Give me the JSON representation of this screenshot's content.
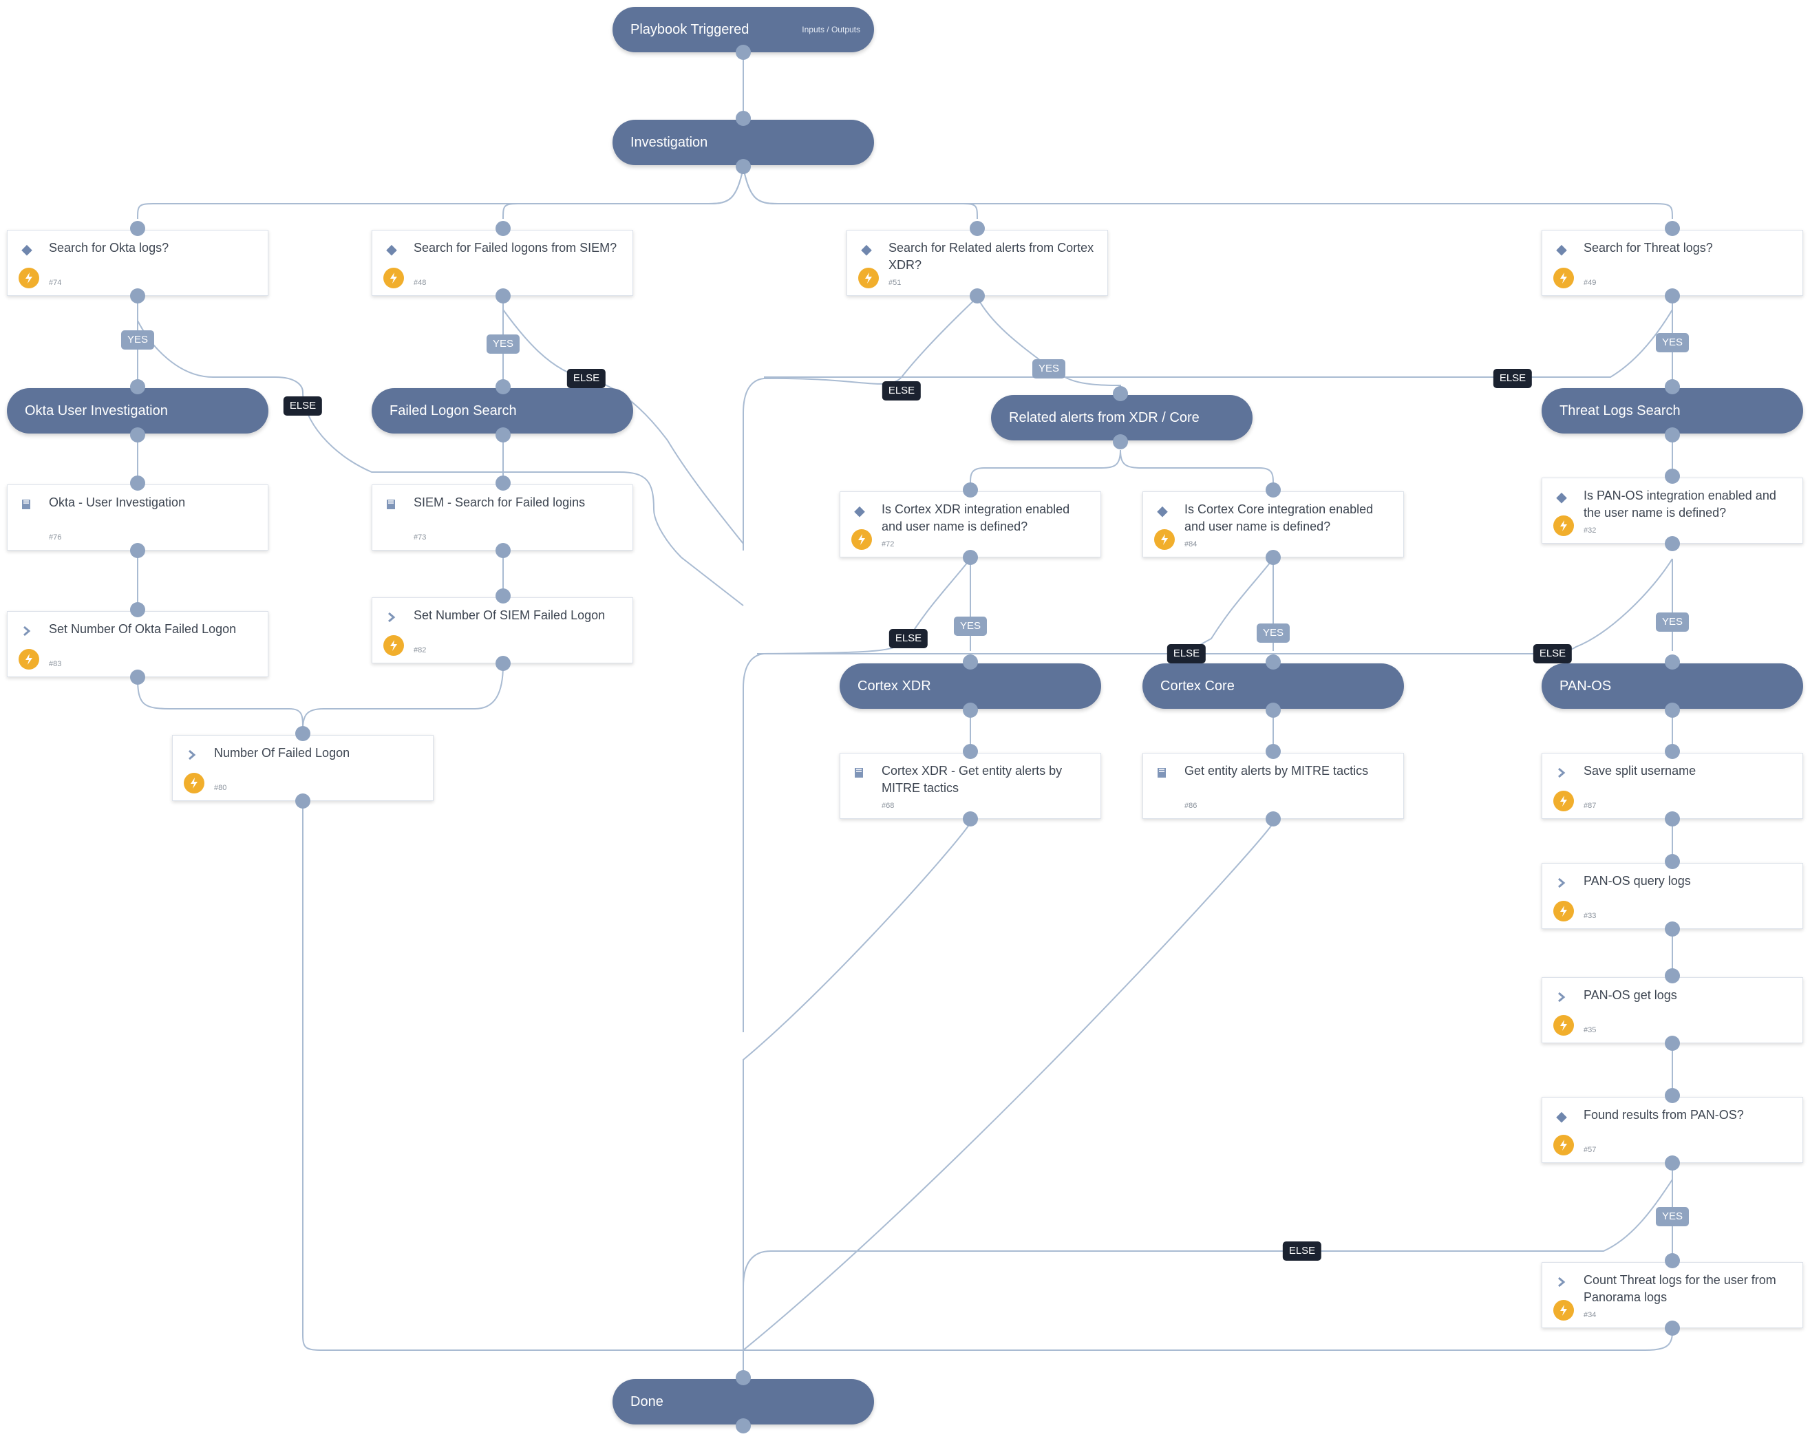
{
  "header_nodes": {
    "start": {
      "title": "Playbook Triggered",
      "aux": "Inputs / Outputs"
    },
    "investigation": "Investigation",
    "okta_section": "Okta User Investigation",
    "failed_logon_section": "Failed Logon Search",
    "related_alerts_section": "Related alerts from XDR / Core",
    "threat_logs_section": "Threat Logs Search",
    "cortex_xdr_section": "Cortex XDR",
    "cortex_core_section": "Cortex Core",
    "panos_section": "PAN-OS",
    "done": "Done"
  },
  "tasks": {
    "t74": {
      "label": "Search for Okta logs?",
      "num": "#74",
      "kind": "condition",
      "automated": true
    },
    "t48": {
      "label": "Search for Failed logons from SIEM?",
      "num": "#48",
      "kind": "condition",
      "automated": true
    },
    "t51": {
      "label": "Search for Related alerts from Cortex XDR?",
      "num": "#51",
      "kind": "condition",
      "automated": true
    },
    "t49": {
      "label": "Search for Threat logs?",
      "num": "#49",
      "kind": "condition",
      "automated": true
    },
    "t76": {
      "label": "Okta - User Investigation",
      "num": "#76",
      "kind": "playbook",
      "automated": false
    },
    "t73": {
      "label": "SIEM - Search for Failed logins",
      "num": "#73",
      "kind": "playbook",
      "automated": false
    },
    "t83": {
      "label": "Set Number Of Okta Failed Logon",
      "num": "#83",
      "kind": "command",
      "automated": true
    },
    "t82": {
      "label": "Set Number Of SIEM Failed Logon",
      "num": "#82",
      "kind": "command",
      "automated": true
    },
    "t80": {
      "label": "Number Of Failed Logon",
      "num": "#80",
      "kind": "command",
      "automated": true
    },
    "t72": {
      "label": "Is Cortex XDR integration enabled and user name is defined?",
      "num": "#72",
      "kind": "condition",
      "automated": true
    },
    "t84": {
      "label": "Is Cortex Core integration enabled and user name is defined?",
      "num": "#84",
      "kind": "condition",
      "automated": true
    },
    "t32": {
      "label": "Is PAN-OS integration enabled and the user name is defined?",
      "num": "#32",
      "kind": "condition",
      "automated": true
    },
    "t68": {
      "label": "Cortex XDR - Get entity alerts by MITRE tactics",
      "num": "#68",
      "kind": "playbook",
      "automated": false
    },
    "t86": {
      "label": "Get entity alerts by MITRE tactics",
      "num": "#86",
      "kind": "playbook",
      "automated": false
    },
    "t87": {
      "label": "Save split username",
      "num": "#87",
      "kind": "command",
      "automated": true
    },
    "t33": {
      "label": "PAN-OS query logs",
      "num": "#33",
      "kind": "command",
      "automated": true
    },
    "t35": {
      "label": "PAN-OS get logs",
      "num": "#35",
      "kind": "command",
      "automated": true
    },
    "t57": {
      "label": "Found results from PAN-OS?",
      "num": "#57",
      "kind": "condition",
      "automated": true
    },
    "t34": {
      "label": "Count Threat logs for the user from Panorama logs",
      "num": "#34",
      "kind": "command",
      "automated": true
    }
  },
  "branch_labels": {
    "yes": "YES",
    "else": "ELSE"
  },
  "colors": {
    "node": "#5e7399",
    "port": "#8fa3c0",
    "edge": "#a9bbd2",
    "bolt": "#f1ae2c",
    "else_badge": "#1b2230",
    "yes_badge": "#8fa3c0"
  },
  "icons": {
    "condition": "diamond-icon",
    "playbook": "book-icon",
    "command": "chevron-right-icon",
    "automated": "lightning-icon"
  }
}
